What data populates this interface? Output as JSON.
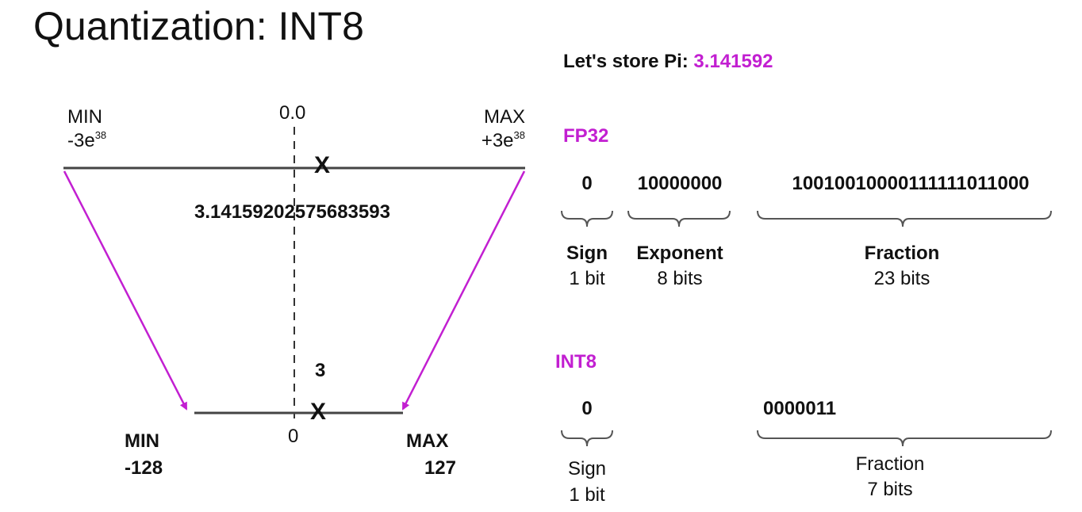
{
  "title": "Quantization: INT8",
  "intro": {
    "label": "Let's store Pi:",
    "value": "3.141592"
  },
  "number_line": {
    "top": {
      "min_label": "MIN",
      "min_value": "-3e",
      "min_exp": "38",
      "max_label": "MAX",
      "max_value": "+3e",
      "max_exp": "38",
      "zero": "0.0",
      "marker": "X",
      "stored_value": "3.14159202575683593"
    },
    "bottom": {
      "min_label": "MIN",
      "min_value": "-128",
      "max_label": "MAX",
      "max_value": "127",
      "zero": "0",
      "marker": "X",
      "stored_value": "3"
    }
  },
  "fp32": {
    "label": "FP32",
    "sign": {
      "bits": "0",
      "name": "Sign",
      "size": "1 bit"
    },
    "exponent": {
      "bits": "10000000",
      "name": "Exponent",
      "size": "8 bits"
    },
    "fraction": {
      "bits": "10010010000111111011000",
      "name": "Fraction",
      "size": "23 bits"
    }
  },
  "int8": {
    "label": "INT8",
    "sign": {
      "bits": "0",
      "name": "Sign",
      "size": "1 bit"
    },
    "fraction": {
      "bits": "0000011",
      "name": "Fraction",
      "size": "7 bits"
    }
  },
  "colors": {
    "accent": "#c21fd1",
    "line": "#444444"
  }
}
